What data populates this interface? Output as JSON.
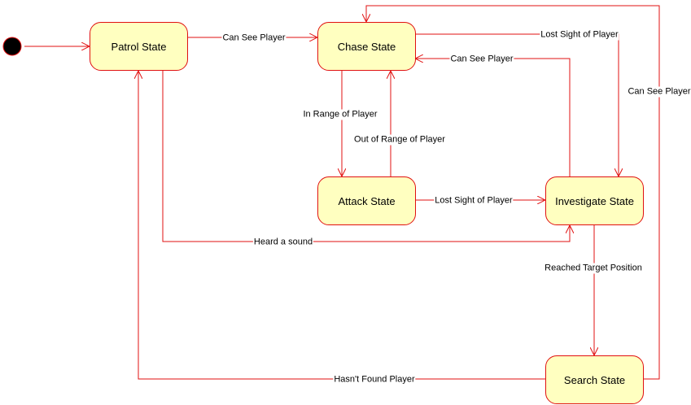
{
  "diagram": {
    "states": {
      "patrol": "Patrol State",
      "chase": "Chase State",
      "attack": "Attack State",
      "investigate": "Investigate State",
      "search": "Search State"
    },
    "transitions": {
      "patrol_to_chase": "Can See Player",
      "chase_to_investigate": "Lost Sight of Player",
      "investigate_to_chase": "Can See Player",
      "search_to_chase": "Can See Player",
      "chase_to_attack": "In Range of Player",
      "attack_to_chase": "Out of Range of Player",
      "attack_to_investigate": "Lost Sight of Player",
      "patrol_to_investigate": "Heard a sound",
      "investigate_to_search": "Reached Target Position",
      "search_to_patrol": "Hasn't Found Player"
    },
    "colors": {
      "line": "#e01010",
      "state_fill": "#ffffc0",
      "initial_fill": "#000000"
    }
  }
}
